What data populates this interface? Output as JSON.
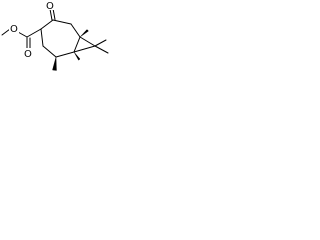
{
  "molecule": {
    "atom_labels": {
      "ketone_oxygen": "O",
      "ester_carbonyl_oxygen": "O",
      "ester_ether_oxygen": "O"
    },
    "colors": {
      "bond": "#000000",
      "label": "#000000",
      "background": "#ffffff"
    }
  }
}
